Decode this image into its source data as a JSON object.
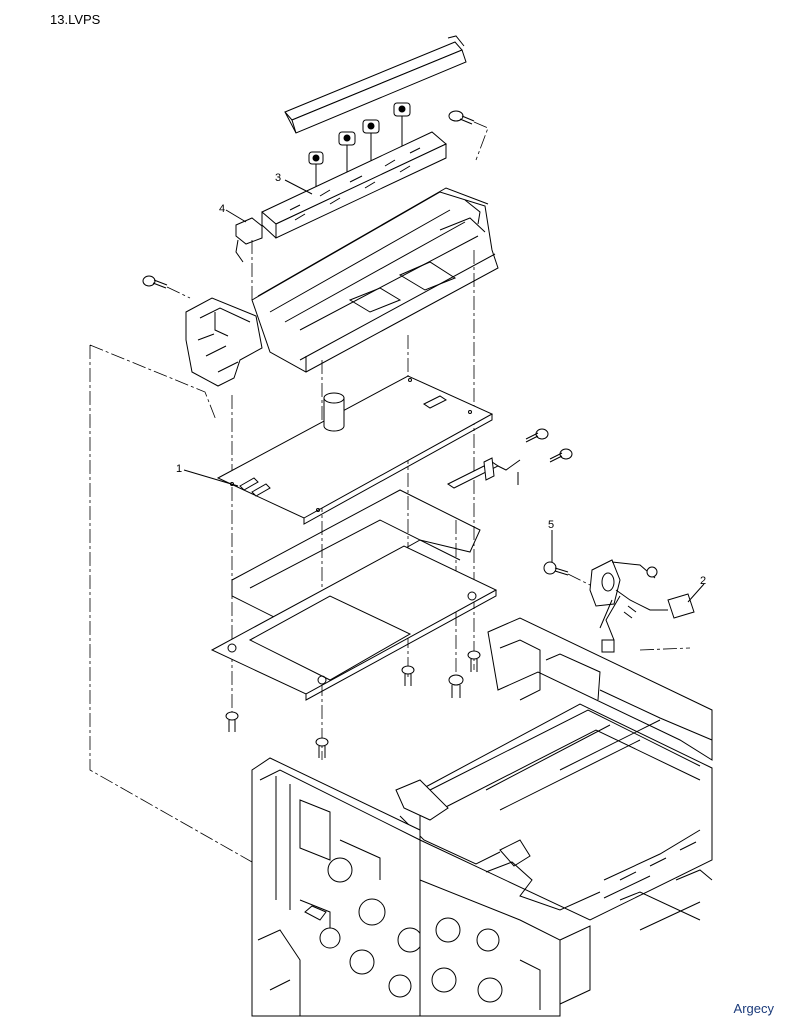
{
  "title": "13.LVPS",
  "watermark": "Argecy",
  "callouts": {
    "c1": "1",
    "c2": "2",
    "c3": "3",
    "c4": "4",
    "c5": "5"
  }
}
